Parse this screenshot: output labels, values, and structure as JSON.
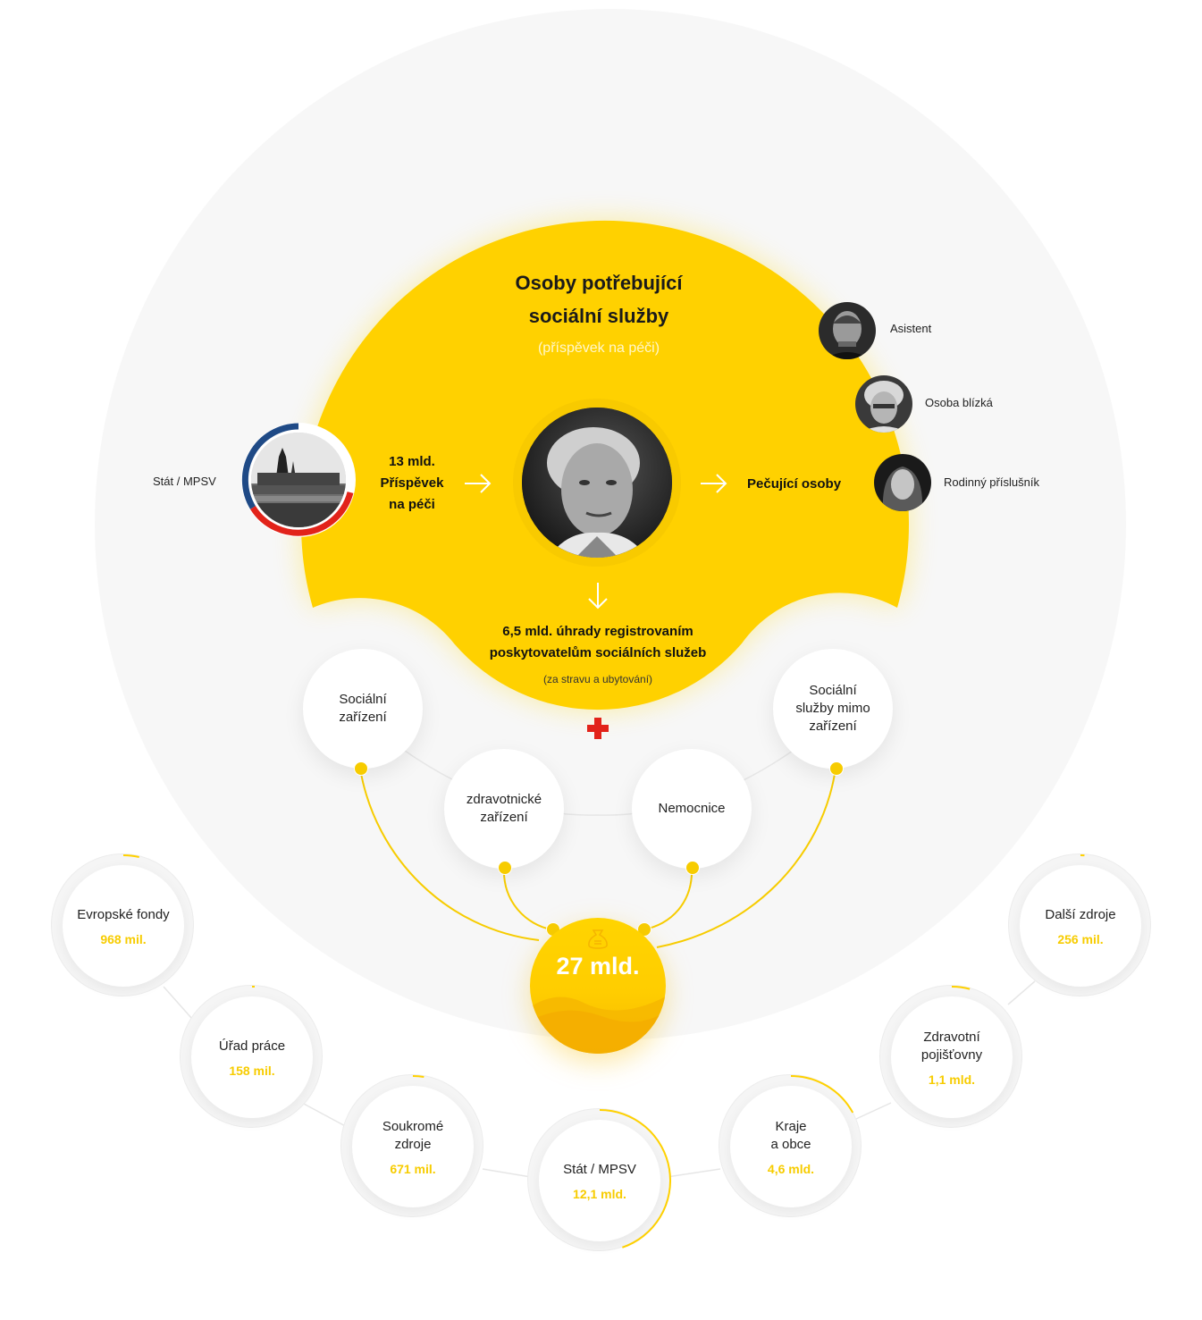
{
  "center": {
    "title_line1": "Osoby potřebující",
    "title_line2": "sociální služby",
    "subtitle": "(příspěvek na péči)"
  },
  "state_source": {
    "label": "Stát / MPSV",
    "flow_line1": "13 mld.",
    "flow_line2": "Příspěvek",
    "flow_line3": "na péči"
  },
  "carers": {
    "label": "Pečující osoby",
    "people": [
      {
        "label": "Asistent"
      },
      {
        "label": "Osoba blízká"
      },
      {
        "label": "Rodinný příslušník"
      }
    ]
  },
  "providers_flow": {
    "line1": "6,5 mld. úhrady registrovaním",
    "line2": "poskytovatelům sociálních služeb",
    "note": "(za stravu a ubytování)"
  },
  "services": [
    {
      "line1": "Sociální",
      "line2": "zařízení",
      "line3": ""
    },
    {
      "line1": "zdravotnické",
      "line2": "zařízení",
      "line3": ""
    },
    {
      "line1": "Nemocnice",
      "line2": "",
      "line3": ""
    },
    {
      "line1": "Sociální",
      "line2": "služby mimo",
      "line3": "zařízení"
    }
  ],
  "total": {
    "label": "27 mld."
  },
  "funding": [
    {
      "line1": "Evropské fondy",
      "line2": "",
      "value": "968 mil.",
      "share": 0.036
    },
    {
      "line1": "Úřad práce",
      "line2": "",
      "value": "158 mil.",
      "share": 0.006
    },
    {
      "line1": "Soukromé",
      "line2": "zdroje",
      "value": "671 mil.",
      "share": 0.025
    },
    {
      "line1": "Stát / MPSV",
      "line2": "",
      "value": "12,1 mld.",
      "share": 0.448
    },
    {
      "line1": "Kraje",
      "line2": "a obce",
      "value": "4,6 mld.",
      "share": 0.17
    },
    {
      "line1": "Zdravotní",
      "line2": "pojišťovny",
      "value": "1,1 mld.",
      "share": 0.041
    },
    {
      "line1": "Další zdroje",
      "line2": "",
      "value": "256 mil.",
      "share": 0.009
    }
  ],
  "colors": {
    "accent": "#ffd100",
    "grey_bg": "#f7f7f7",
    "czech_blue": "#1f4a86",
    "czech_red": "#e2231a",
    "cross": "#e2231a"
  }
}
